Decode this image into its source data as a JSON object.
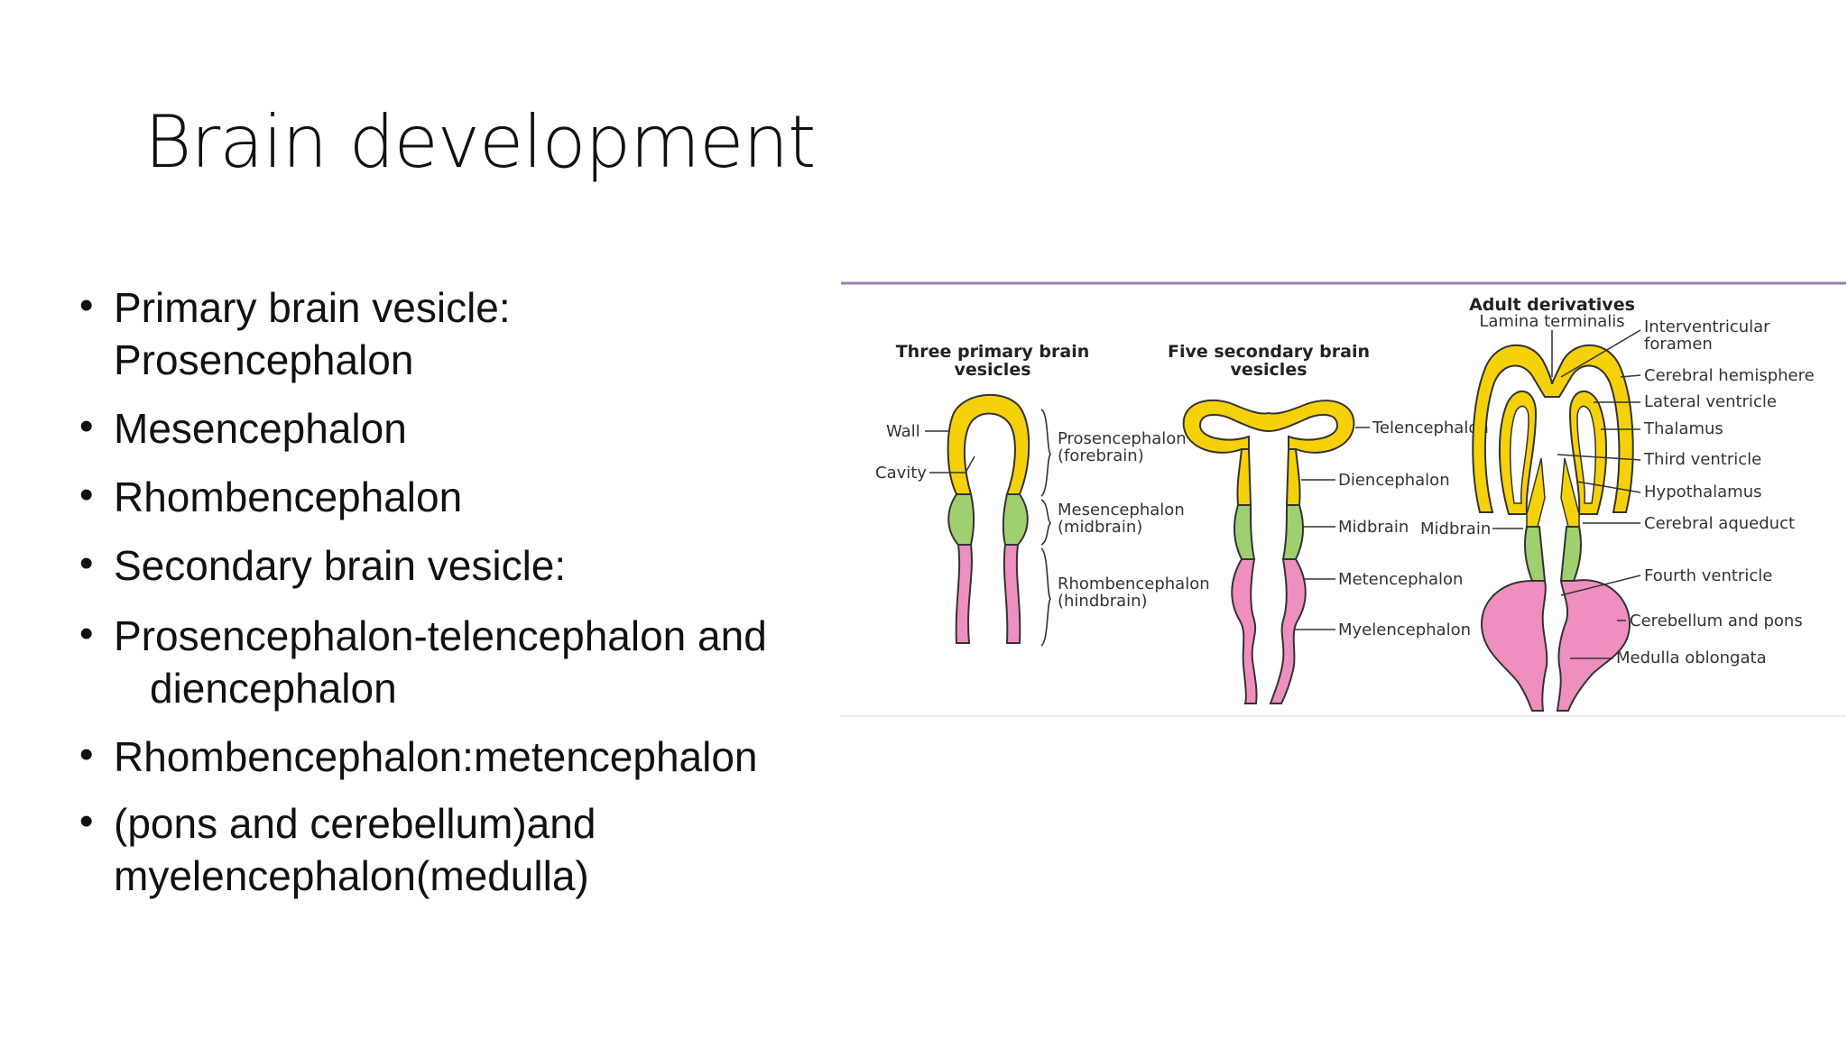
{
  "title": "Brain development",
  "bullets": [
    {
      "line1": "Primary brain vesicle:",
      "line2": "Prosencephalon"
    },
    {
      "line1": "Mesencephalon"
    },
    {
      "line1": "Rhombencephalon"
    },
    {
      "line1": "Secondary brain vesicle:"
    },
    {
      "line1": "Prosencephalon-telencephalon and",
      "line2": "diencephalon"
    },
    {
      "line1": "Rhombencephalon:metencephalon"
    },
    {
      "line1": "(pons and cerebellum)and",
      "line2": "myelencephalon(medulla)"
    }
  ],
  "figure": {
    "colors": {
      "forebrain": "#f5d10a",
      "midbrain": "#9fcf6f",
      "hindbrain": "#ef8fbf",
      "rule": "#9b7fb2"
    },
    "col1": {
      "header_1": "Three primary brain",
      "header_2": "vesicles",
      "wall": "Wall",
      "cavity": "Cavity",
      "pros_1": "Prosencephalon",
      "pros_2": "(forebrain)",
      "mes_1": "Mesencephalon",
      "mes_2": "(midbrain)",
      "rhomb_1": "Rhombencephalon",
      "rhomb_2": "(hindbrain)"
    },
    "col2": {
      "header_1": "Five secondary brain",
      "header_2": "vesicles",
      "telencephalon": "Telencephalon",
      "diencephalon": "Diencephalon",
      "midbrain": "Midbrain",
      "metencephalon": "Metencephalon",
      "myelencephalon": "Myelencephalon"
    },
    "col3": {
      "header": "Adult derivatives",
      "lamina": "Lamina terminalis",
      "midbrain": "Midbrain",
      "interventricular_1": "Interventricular",
      "interventricular_2": "foramen",
      "cerebral_hemisphere": "Cerebral hemisphere",
      "lateral_ventricle": "Lateral ventricle",
      "thalamus": "Thalamus",
      "third_ventricle": "Third ventricle",
      "hypothalamus": "Hypothalamus",
      "cerebral_aqueduct": "Cerebral aqueduct",
      "fourth_ventricle": "Fourth ventricle",
      "cerebellum_pons": "Cerebellum and pons",
      "medulla": "Medulla oblongata"
    }
  }
}
